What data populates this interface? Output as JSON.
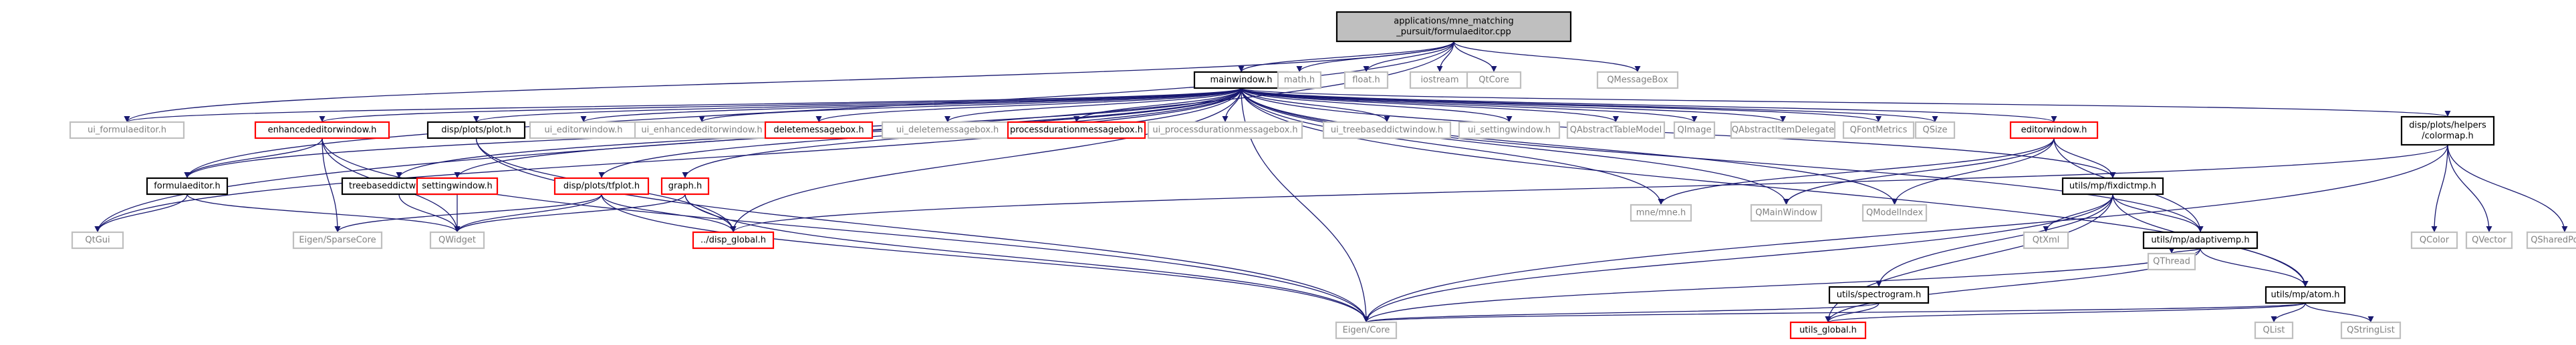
{
  "colors": {
    "root_fill": "#bfbfbf",
    "edge": "#191970",
    "border_black": "#000000",
    "border_red": "#ff0000",
    "border_grey": "#bfbfbf",
    "text_black": "#000000",
    "text_grey": "#808080"
  },
  "nodes": [
    {
      "id": "root",
      "lines": [
        "applications/mne_matching",
        "_pursuit/formulaeditor.cpp"
      ],
      "style": "root"
    },
    {
      "id": "mainwindow",
      "lines": [
        "mainwindow.h"
      ],
      "style": "black"
    },
    {
      "id": "math",
      "lines": [
        "math.h"
      ],
      "style": "grey"
    },
    {
      "id": "float",
      "lines": [
        "float.h"
      ],
      "style": "grey"
    },
    {
      "id": "iostream",
      "lines": [
        "iostream"
      ],
      "style": "grey"
    },
    {
      "id": "qtcore",
      "lines": [
        "QtCore"
      ],
      "style": "grey"
    },
    {
      "id": "qmessagebox",
      "lines": [
        "QMessageBox"
      ],
      "style": "grey"
    },
    {
      "id": "ui_formulaeditor",
      "lines": [
        "ui_formulaeditor.h"
      ],
      "style": "grey"
    },
    {
      "id": "enhancededitor",
      "lines": [
        "enhancededitorwindow.h"
      ],
      "style": "red"
    },
    {
      "id": "dispplot",
      "lines": [
        "disp/plots/plot.h"
      ],
      "style": "black"
    },
    {
      "id": "ui_editor",
      "lines": [
        "ui_editorwindow.h"
      ],
      "style": "grey"
    },
    {
      "id": "ui_enhanced",
      "lines": [
        "ui_enhancededitorwindow.h"
      ],
      "style": "grey"
    },
    {
      "id": "deletemsg",
      "lines": [
        "deletemessagebox.h"
      ],
      "style": "red"
    },
    {
      "id": "ui_deletemsg",
      "lines": [
        "ui_deletemessagebox.h"
      ],
      "style": "grey"
    },
    {
      "id": "procmsg",
      "lines": [
        "processdurationmessagebox.h"
      ],
      "style": "red"
    },
    {
      "id": "ui_procmsg",
      "lines": [
        "ui_processdurationmessagebox.h"
      ],
      "style": "grey"
    },
    {
      "id": "ui_treebased",
      "lines": [
        "ui_treebaseddictwindow.h"
      ],
      "style": "grey"
    },
    {
      "id": "ui_settings",
      "lines": [
        "ui_settingwindow.h"
      ],
      "style": "grey"
    },
    {
      "id": "qabstracttablemodel",
      "lines": [
        "QAbstractTableModel"
      ],
      "style": "grey"
    },
    {
      "id": "qimage",
      "lines": [
        "QImage"
      ],
      "style": "grey"
    },
    {
      "id": "qabstractitemdelegate",
      "lines": [
        "QAbstractItemDelegate"
      ],
      "style": "grey"
    },
    {
      "id": "qfontmetrics",
      "lines": [
        "QFontMetrics"
      ],
      "style": "grey"
    },
    {
      "id": "qsize",
      "lines": [
        "QSize"
      ],
      "style": "grey"
    },
    {
      "id": "editorwindow",
      "lines": [
        "editorwindow.h"
      ],
      "style": "red"
    },
    {
      "id": "colormap",
      "lines": [
        "disp/plots/helpers",
        "/colormap.h"
      ],
      "style": "black"
    },
    {
      "id": "formulaeditor",
      "lines": [
        "formulaeditor.h"
      ],
      "style": "black"
    },
    {
      "id": "treebased",
      "lines": [
        "treebaseddictwindow.h"
      ],
      "style": "black"
    },
    {
      "id": "settingwindow",
      "lines": [
        "settingwindow.h"
      ],
      "style": "red"
    },
    {
      "id": "tfplot",
      "lines": [
        "disp/plots/tfplot.h"
      ],
      "style": "red"
    },
    {
      "id": "graph",
      "lines": [
        "graph.h"
      ],
      "style": "red"
    },
    {
      "id": "mnemne",
      "lines": [
        "mne/mne.h"
      ],
      "style": "grey"
    },
    {
      "id": "qmainwindow",
      "lines": [
        "QMainWindow"
      ],
      "style": "grey"
    },
    {
      "id": "qmodelindex",
      "lines": [
        "QModelIndex"
      ],
      "style": "grey"
    },
    {
      "id": "fixdict",
      "lines": [
        "utils/mp/fixdictmp.h"
      ],
      "style": "black"
    },
    {
      "id": "qtgui",
      "lines": [
        "QtGui"
      ],
      "style": "grey"
    },
    {
      "id": "eigensparse",
      "lines": [
        "Eigen/SparseCore"
      ],
      "style": "grey"
    },
    {
      "id": "qwidget",
      "lines": [
        "QWidget"
      ],
      "style": "grey"
    },
    {
      "id": "dispglobal",
      "lines": [
        "../disp_global.h"
      ],
      "style": "red"
    },
    {
      "id": "qtxml",
      "lines": [
        "QtXml"
      ],
      "style": "grey"
    },
    {
      "id": "adaptivemp",
      "lines": [
        "utils/mp/adaptivemp.h"
      ],
      "style": "black"
    },
    {
      "id": "qcolor",
      "lines": [
        "QColor"
      ],
      "style": "grey"
    },
    {
      "id": "qvector",
      "lines": [
        "QVector"
      ],
      "style": "grey"
    },
    {
      "id": "qsharedpointer",
      "lines": [
        "QSharedPointer"
      ],
      "style": "grey"
    },
    {
      "id": "qthread",
      "lines": [
        "QThread"
      ],
      "style": "grey"
    },
    {
      "id": "spectrogram",
      "lines": [
        "utils/spectrogram.h"
      ],
      "style": "black"
    },
    {
      "id": "atom",
      "lines": [
        "utils/mp/atom.h"
      ],
      "style": "black"
    },
    {
      "id": "eigencore",
      "lines": [
        "Eigen/Core"
      ],
      "style": "grey"
    },
    {
      "id": "utilsglobal",
      "lines": [
        "utils_global.h"
      ],
      "style": "red"
    },
    {
      "id": "qlist",
      "lines": [
        "QList"
      ],
      "style": "grey"
    },
    {
      "id": "qstringlist",
      "lines": [
        "QStringList"
      ],
      "style": "grey"
    }
  ],
  "edges": [
    [
      "root",
      "mainwindow"
    ],
    [
      "root",
      "math"
    ],
    [
      "root",
      "float"
    ],
    [
      "root",
      "iostream"
    ],
    [
      "root",
      "qtcore"
    ],
    [
      "root",
      "qmessagebox"
    ],
    [
      "root",
      "ui_formulaeditor"
    ],
    [
      "root",
      "formulaeditor"
    ],
    [
      "root",
      "qtgui"
    ],
    [
      "mainwindow",
      "ui_formulaeditor"
    ],
    [
      "mainwindow",
      "enhancededitor"
    ],
    [
      "mainwindow",
      "dispplot"
    ],
    [
      "mainwindow",
      "ui_editor"
    ],
    [
      "mainwindow",
      "ui_enhanced"
    ],
    [
      "mainwindow",
      "deletemsg"
    ],
    [
      "mainwindow",
      "ui_deletemsg"
    ],
    [
      "mainwindow",
      "procmsg"
    ],
    [
      "mainwindow",
      "ui_procmsg"
    ],
    [
      "mainwindow",
      "ui_treebased"
    ],
    [
      "mainwindow",
      "ui_settings"
    ],
    [
      "mainwindow",
      "qabstracttablemodel"
    ],
    [
      "mainwindow",
      "qimage"
    ],
    [
      "mainwindow",
      "qabstractitemdelegate"
    ],
    [
      "mainwindow",
      "qfontmetrics"
    ],
    [
      "mainwindow",
      "qsize"
    ],
    [
      "mainwindow",
      "editorwindow"
    ],
    [
      "mainwindow",
      "colormap"
    ],
    [
      "mainwindow",
      "formulaeditor"
    ],
    [
      "mainwindow",
      "treebased"
    ],
    [
      "mainwindow",
      "settingwindow"
    ],
    [
      "mainwindow",
      "tfplot"
    ],
    [
      "mainwindow",
      "graph"
    ],
    [
      "mainwindow",
      "mnemne"
    ],
    [
      "mainwindow",
      "qmainwindow"
    ],
    [
      "mainwindow",
      "qmodelindex"
    ],
    [
      "mainwindow",
      "fixdict"
    ],
    [
      "mainwindow",
      "qtgui"
    ],
    [
      "mainwindow",
      "adaptivemp"
    ],
    [
      "mainwindow",
      "atom"
    ],
    [
      "mainwindow",
      "dispglobal"
    ],
    [
      "mainwindow",
      "eigencore"
    ],
    [
      "enhancededitor",
      "formulaeditor"
    ],
    [
      "enhancededitor",
      "eigensparse"
    ],
    [
      "enhancededitor",
      "qwidget"
    ],
    [
      "enhancededitor",
      "eigencore"
    ],
    [
      "formulaeditor",
      "qtgui"
    ],
    [
      "formulaeditor",
      "qwidget"
    ],
    [
      "dispplot",
      "dispglobal"
    ],
    [
      "dispplot",
      "eigencore"
    ],
    [
      "treebased",
      "qwidget"
    ],
    [
      "settingwindow",
      "qwidget"
    ],
    [
      "tfplot",
      "dispglobal"
    ],
    [
      "tfplot",
      "eigensparse"
    ],
    [
      "tfplot",
      "qwidget"
    ],
    [
      "tfplot",
      "eigencore"
    ],
    [
      "graph",
      "dispglobal"
    ],
    [
      "graph",
      "qwidget"
    ],
    [
      "graph",
      "eigencore"
    ],
    [
      "editorwindow",
      "mnemne"
    ],
    [
      "editorwindow",
      "qmainwindow"
    ],
    [
      "editorwindow",
      "qmodelindex"
    ],
    [
      "editorwindow",
      "fixdict"
    ],
    [
      "editorwindow",
      "adaptivemp"
    ],
    [
      "fixdict",
      "qtxml"
    ],
    [
      "fixdict",
      "adaptivemp"
    ],
    [
      "fixdict",
      "spectrogram"
    ],
    [
      "fixdict",
      "atom"
    ],
    [
      "fixdict",
      "utilsglobal"
    ],
    [
      "fixdict",
      "eigencore"
    ],
    [
      "adaptivemp",
      "qthread"
    ],
    [
      "adaptivemp",
      "atom"
    ],
    [
      "adaptivemp",
      "utilsglobal"
    ],
    [
      "adaptivemp",
      "eigencore"
    ],
    [
      "spectrogram",
      "utilsglobal"
    ],
    [
      "spectrogram",
      "eigencore"
    ],
    [
      "atom",
      "qlist"
    ],
    [
      "atom",
      "qstringlist"
    ],
    [
      "atom",
      "utilsglobal"
    ],
    [
      "atom",
      "eigencore"
    ],
    [
      "colormap",
      "qcolor"
    ],
    [
      "colormap",
      "qvector"
    ],
    [
      "colormap",
      "qsharedpointer"
    ],
    [
      "colormap",
      "dispglobal"
    ],
    [
      "colormap",
      "eigencore"
    ]
  ]
}
